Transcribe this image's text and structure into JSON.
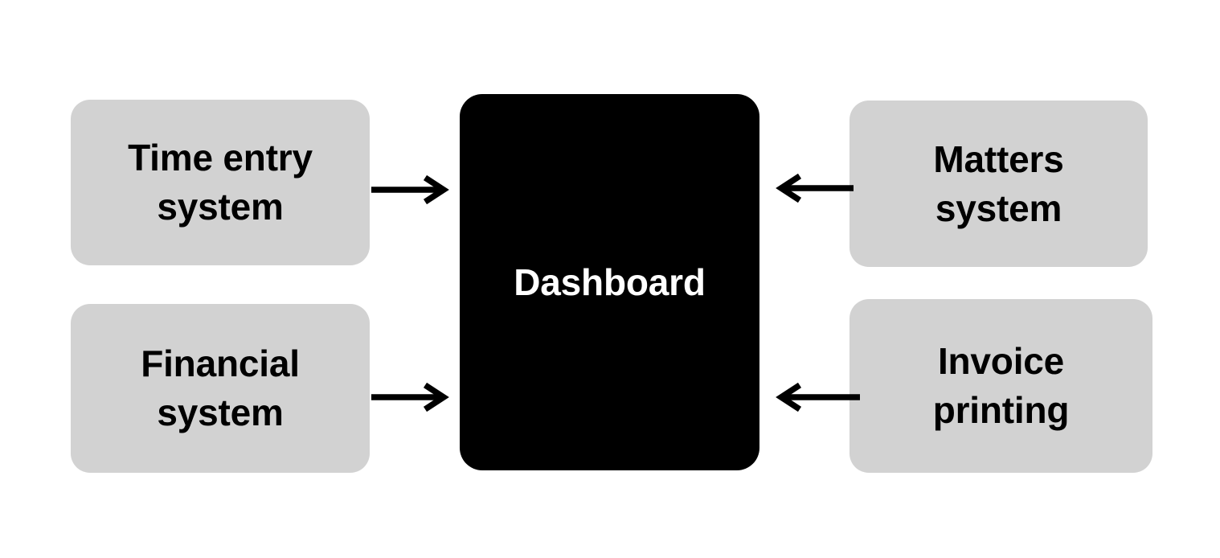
{
  "diagram": {
    "title": "Dashboard data source flow diagram",
    "background_color": "#ffffff",
    "source_node_color": "#d2d2d2",
    "hub_node_color": "#000000",
    "hub_text_color": "#ffffff",
    "arrow_color": "#000000",
    "hub": {
      "label": "Dashboard"
    },
    "nodes": [
      {
        "id": "time-entry",
        "label": "Time entry\nsystem",
        "side": "left",
        "row": "top"
      },
      {
        "id": "financial",
        "label": "Financial\nsystem",
        "side": "left",
        "row": "bottom"
      },
      {
        "id": "matters",
        "label": "Matters\nsystem",
        "side": "right",
        "row": "top"
      },
      {
        "id": "invoice",
        "label": "Invoice\nprinting",
        "side": "right",
        "row": "bottom"
      }
    ],
    "edges": [
      {
        "id": "time-to-dashboard",
        "from": "Time entry system",
        "to": "Dashboard",
        "direction": "right"
      },
      {
        "id": "financial-to-dashboard",
        "from": "Financial system",
        "to": "Dashboard",
        "direction": "right"
      },
      {
        "id": "matters-to-dashboard",
        "from": "Matters system",
        "to": "Dashboard",
        "direction": "left"
      },
      {
        "id": "invoice-to-dashboard",
        "from": "Invoice printing",
        "to": "Dashboard",
        "direction": "left"
      }
    ]
  }
}
